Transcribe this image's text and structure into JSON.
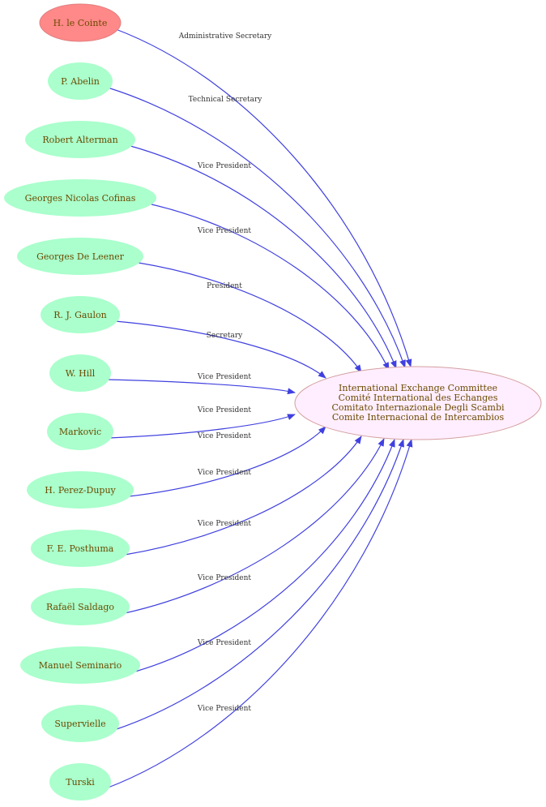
{
  "diagram": {
    "colors": {
      "edge": "#4040e0",
      "person_fill": "#aaffcc",
      "highlight_fill": "#ff8888",
      "highlight_stroke": "#e08080",
      "target_fill": "#ffeeff",
      "target_stroke": "#d4a0a0",
      "label_text": "#6b4a00",
      "edge_label_text": "#333333"
    },
    "target": {
      "lines": [
        "International Exchange Committee",
        "Comité International des Echanges",
        "Comitato Internazionale Degli Scambi",
        "Comite Internacional de Intercambios"
      ]
    },
    "people": [
      {
        "name": "H. le Cointe",
        "role": "Administrative Secretary",
        "highlight": true
      },
      {
        "name": "P. Abelin",
        "role": "Technical Secretary"
      },
      {
        "name": "Robert Alterman",
        "role": "Vice President"
      },
      {
        "name": "Georges Nicolas Cofinas",
        "role": "Vice President"
      },
      {
        "name": "Georges De Leener",
        "role": "President"
      },
      {
        "name": "R. J. Gaulon",
        "role": "Secretary"
      },
      {
        "name": "W. Hill",
        "role": "Vice President"
      },
      {
        "name": "Markovic",
        "role": "Vice President"
      },
      {
        "name": "H. Perez-Dupuy",
        "role": "Vice President"
      },
      {
        "name": "F. E. Posthuma",
        "role": "Vice President"
      },
      {
        "name": "Rafaël Saldago",
        "role": "Vice President"
      },
      {
        "name": "Manuel Seminario",
        "role": "Vice President"
      },
      {
        "name": "Supervielle",
        "role": "Vice President"
      },
      {
        "name": "Turski",
        "role": "Vice President"
      }
    ]
  }
}
